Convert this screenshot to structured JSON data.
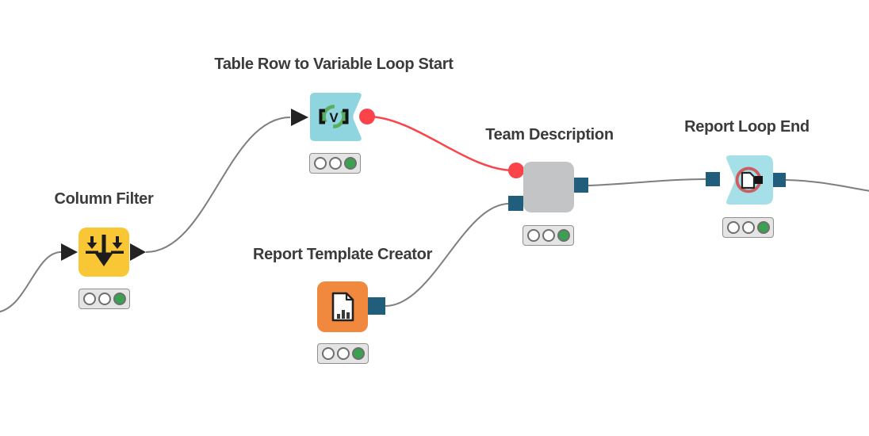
{
  "app": {
    "name": "KNIME workflow canvas",
    "background_color": "#ffffff"
  },
  "palette": {
    "edge_gray": "#7e7e7e",
    "flow_variable_red": "#fb4449",
    "port_teal": "#215e7b",
    "status_green": "#3aa24f",
    "label_color": "#3b3b3d",
    "traffic_light_bg": "#e4e4e4"
  },
  "nodes": [
    {
      "label": "Column Filter",
      "type": "native-node",
      "node_color": "#f9c636",
      "icon": "column-filter-icon",
      "status": "executed",
      "status_lights": [
        "off",
        "off",
        "green"
      ],
      "ports": {
        "inputs": [
          "data"
        ],
        "outputs": [
          "data"
        ]
      }
    },
    {
      "label": "Table Row to Variable Loop Start",
      "type": "loop-start-node",
      "node_color": "#8ed5df",
      "icon": "table-row-to-variable-loop-start-icon",
      "icon_glyph": "V",
      "status": "executed",
      "status_lights": [
        "off",
        "off",
        "green"
      ],
      "ports": {
        "inputs": [
          "data"
        ],
        "outputs": [
          "flow-variable"
        ]
      }
    },
    {
      "label": "Report Template Creator",
      "type": "native-node",
      "node_color": "#f0883d",
      "icon": "report-template-creator-icon",
      "status": "executed",
      "status_lights": [
        "off",
        "off",
        "green"
      ],
      "ports": {
        "inputs": [],
        "outputs": [
          "report"
        ]
      }
    },
    {
      "label": "Team Description",
      "type": "component-node",
      "node_color": "#c2c4c6",
      "icon": null,
      "status": "executed",
      "status_lights": [
        "off",
        "off",
        "green"
      ],
      "ports": {
        "inputs": [
          "flow-variable",
          "report"
        ],
        "outputs": [
          "report"
        ]
      }
    },
    {
      "label": "Report Loop End",
      "type": "loop-end-node",
      "node_color": "#a5dfe8",
      "icon": "report-loop-end-icon",
      "status": "executed",
      "status_lights": [
        "off",
        "off",
        "green"
      ],
      "ports": {
        "inputs": [
          "report"
        ],
        "outputs": [
          "report"
        ]
      }
    }
  ],
  "connections": [
    {
      "from": "off-canvas-left",
      "to": "Column Filter",
      "kind": "data"
    },
    {
      "from": "Column Filter",
      "to": "Table Row to Variable Loop Start",
      "kind": "data"
    },
    {
      "from": "Table Row to Variable Loop Start",
      "to": "Team Description",
      "kind": "flow-variable"
    },
    {
      "from": "Report Template Creator",
      "to": "Team Description",
      "kind": "report"
    },
    {
      "from": "Team Description",
      "to": "Report Loop End",
      "kind": "report"
    },
    {
      "from": "Report Loop End",
      "to": "off-canvas-right",
      "kind": "report"
    }
  ]
}
